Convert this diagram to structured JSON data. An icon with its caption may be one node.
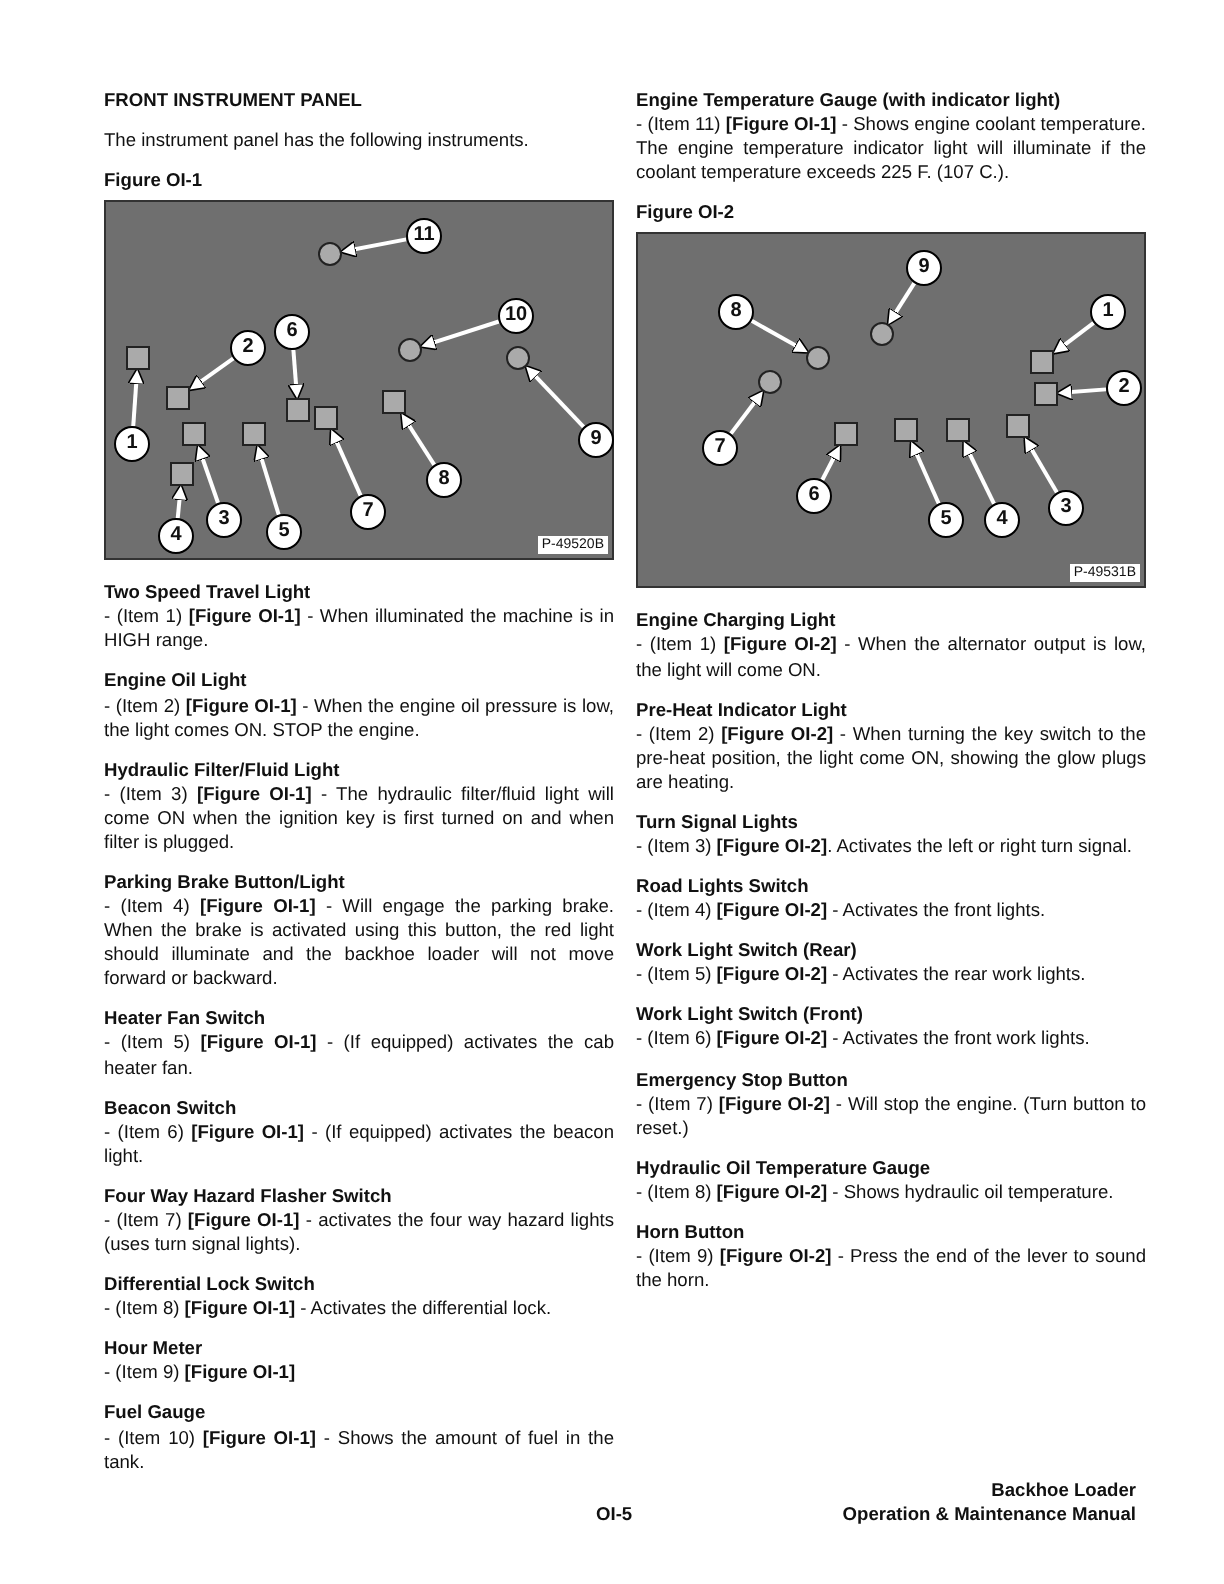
{
  "diagram": {
    "title": "FRONT INSTRUMENT PANEL",
    "nodes": [
      {
        "text": [],
        "shape": "picture"
      },
      {
        "text": [
          "1"
        ],
        "in": 0
      },
      {
        "text": [
          "2"
        ],
        "in": 0
      },
      {
        "text": [
          "3"
        ],
        "in": 0
      },
      {
        "text": [
          "4"
        ],
        "in": 0
      },
      {
        "text": [
          "5"
        ],
        "in": 0
      },
      {
        "text": [
          "6"
        ],
        "in": 0
      },
      {
        "text": [
          "7"
        ],
        "in": 0
      },
      {
        "text": [
          "8"
        ],
        "in": 0
      },
      {
        "text": [
          "9"
        ],
        "in": 0
      },
      {
        "text": [
          "10"
        ],
        "in": 0
      },
      {
        "text": [
          "11"
        ],
        "in": 0
      },
      {
        "text": [],
        "shape": "picture"
      },
      {
        "text": [
          "1"
        ],
        "in": 12
      },
      {
        "text": [
          "2"
        ],
        "in": 12
      },
      {
        "text": [
          "3"
        ],
        "in": 12
      },
      {
        "text": [
          "4"
        ],
        "in": 12
      },
      {
        "text": [
          "5"
        ],
        "in": 12
      },
      {
        "text": [
          "6"
        ],
        "in": 12
      },
      {
        "text": [
          "7"
        ],
        "in": 12
      },
      {
        "text": [
          "8"
        ],
        "in": 12
      },
      {
        "text": [
          "9"
        ],
        "in": 12
      },
      {
        "text": [],
        "shape": "box",
        "in": 0
      },
      {
        "text": [],
        "shape": "box",
        "in": 0
      },
      {
        "text": [],
        "shape": "box",
        "in": 0
      },
      {
        "text": [],
        "shape": "box",
        "in": 0
      },
      {
        "text": [],
        "shape": "box",
        "in": 0
      },
      {
        "text": [],
        "shape": "box",
        "in": 0
      },
      {
        "text": [],
        "shape": "box",
        "in": 0
      },
      {
        "text": [],
        "shape": "box",
        "in": 0
      },
      {
        "text": [],
        "shape": "circle",
        "in": 0
      },
      {
        "text": [],
        "shape": "circle",
        "in": 0
      },
      {
        "text": [],
        "shape": "circle",
        "in": 0
      },
      {
        "text": [],
        "shape": "box",
        "in": 12
      },
      {
        "text": [],
        "shape": "box",
        "in": 12
      },
      {
        "text": [],
        "shape": "box",
        "in": 12
      },
      {
        "text": [],
        "shape": "box",
        "in": 12
      },
      {
        "text": [],
        "shape": "box",
        "in": 12
      },
      {
        "text": [],
        "shape": "box",
        "in": 12
      },
      {
        "text": [],
        "shape": "circle",
        "in": 12
      },
      {
        "text": [],
        "shape": "circle",
        "in": 12
      },
      {
        "text": [],
        "shape": "circle",
        "in": 12
      }
    ],
    "edges": [
      {
        "from": 1,
        "to": 22,
        "arrow": "to"
      },
      {
        "from": 2,
        "to": 23,
        "arrow": "to"
      },
      {
        "from": 3,
        "to": 24,
        "arrow": "to"
      },
      {
        "from": 4,
        "to": 25,
        "arrow": "to"
      },
      {
        "from": 5,
        "to": 26,
        "arrow": "to"
      },
      {
        "from": 6,
        "to": 27,
        "arrow": "to"
      },
      {
        "from": 7,
        "to": 28,
        "arrow": "to"
      },
      {
        "from": 8,
        "to": 29,
        "arrow": "to"
      },
      {
        "from": 9,
        "to": 30,
        "arrow": "to"
      },
      {
        "from": 10,
        "to": 31,
        "arrow": "to"
      },
      {
        "from": 11,
        "to": 32,
        "arrow": "to"
      },
      {
        "from": 13,
        "to": 33,
        "arrow": "to"
      },
      {
        "from": 14,
        "to": 34,
        "arrow": "to"
      },
      {
        "from": 15,
        "to": 35,
        "arrow": "to"
      },
      {
        "from": 16,
        "to": 36,
        "arrow": "to"
      },
      {
        "from": 17,
        "to": 37,
        "arrow": "to"
      },
      {
        "from": 18,
        "to": 38,
        "arrow": "to"
      },
      {
        "from": 19,
        "to": 39,
        "arrow": "to"
      },
      {
        "from": 20,
        "to": 40,
        "arrow": "to"
      },
      {
        "from": 21,
        "to": 41,
        "arrow": "to"
      }
    ],
    "labels": [
      "The instrument panel has the following instruments.",
      "Figure OI-1",
      "P-49520B",
      "Two Speed Travel Light",
      " - (Item 1) **[Figure OI-1]** - When illuminated the machine is in HIGH range.",
      "Engine Oil Light",
      " - (Item 2) **[Figure OI-1]** - When the engine oil pressure is low, the light comes ON. STOP the engine.",
      "Hydraulic Filter/Fluid Light",
      " - (Item 3) **[Figure OI-1]** - The hydraulic filter/fluid light will come ON when the ignition key is first turned on and when filter is plugged.",
      "Parking Brake Button/Light",
      " - (Item 4) **[Figure OI-1]** - Will engage the parking brake. When the brake is activated using this button, the red light should illuminate and the backhoe loader will not move forward or backward.",
      "Heater Fan Switch",
      " - (Item 5) **[Figure OI-1]** - (If equipped) activates the cab heater fan.",
      "Beacon Switch",
      " - (Item 6) **[Figure OI-1]** - (If equipped) activates the beacon light.",
      "Four Way Hazard Flasher Switch",
      " - (Item 7) **[Figure OI-1]** - activates the four way hazard lights (uses turn signal lights).",
      "Differential Lock Switch",
      " - (Item 8) **[Figure OI-1]** - Activates the differential lock.",
      "Hour Meter",
      "- (Item 9) **[Figure OI-1]**",
      "Fuel Gauge",
      "- (Item 10) **[Figure OI-1]** - Shows the amount of fuel in the tank.",
      "Engine Temperature Gauge (with indicator light)",
      "- (Item 11) **[Figure OI-1]** - Shows engine coolant temperature. The engine temperature indicator light will illuminate if the coolant temperature exceeds 225 F. (107 C.).",
      "Figure OI-2",
      "P-49531B",
      "Engine Charging Light",
      " - (Item 1) **[Figure OI-2]** - When the alternator output is low, the light will come ON.",
      "Pre-Heat Indicator Light",
      " - (Item 2) **[Figure OI-2]** - When turning the key switch to the pre-heat position, the light come ON, showing the glow plugs are heating.",
      "Turn Signal Lights",
      " - (Item 3) **[Figure OI-2]**. Activates the left or right turn signal.",
      "Road Lights Switch",
      " - (Item 4) **[Figure OI-2]** - Activates the front lights.",
      "Work Light Switch (Rear)",
      " - (Item 5) **[Figure OI-2]** - Activates the rear work lights.",
      "Work Light Switch (Front)",
      " - (Item 6) **[Figure OI-2]** - Activates the front work lights.",
      "Emergency Stop Button",
      " - (Item 7) **[Figure OI-2]** - Will stop the engine. (Turn button to reset.)",
      "Hydraulic Oil Temperature Gauge",
      " - (Item 8) **[Figure OI-2]** - Shows hydraulic oil temperature.",
      "Horn Button",
      " - (Item 9) **[Figure OI-2]** - Press the end of the lever to sound the horn.",
      "OI-5",
      "Backhoe Loader",
      "Operation & Maintenance Manual"
    ]
  }
}
